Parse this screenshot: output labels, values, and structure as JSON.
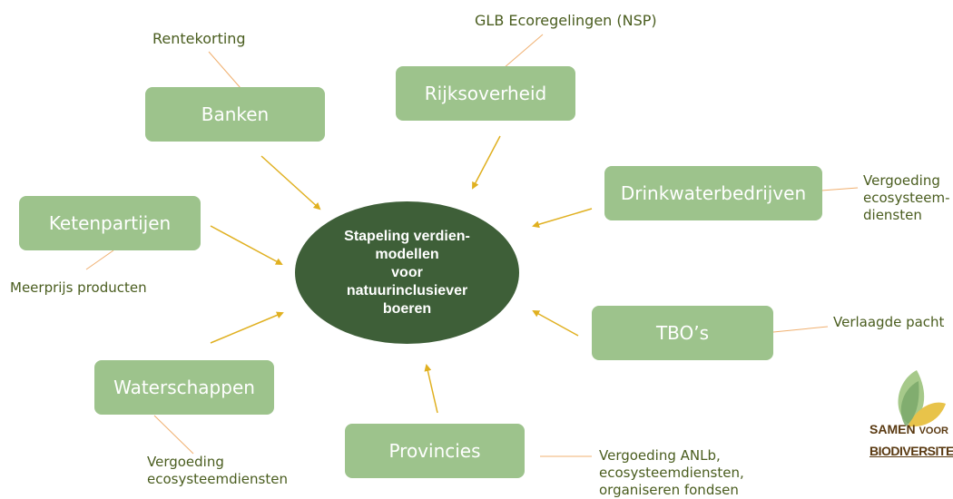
{
  "center": {
    "text": "Stapeling verdien-\nmodellen\nvoor\nnatuurinclusiever\nboeren"
  },
  "actors": {
    "banken": {
      "name": "Banken",
      "revenue": "Rentekorting"
    },
    "rijksoverheid": {
      "name": "Rijksoverheid",
      "revenue": "GLB Ecoregelingen (NSP)"
    },
    "drinkwater": {
      "name": "Drinkwaterbedrijven",
      "revenue": "Vergoeding\necosysteem-\ndiensten"
    },
    "ketenpartijen": {
      "name": "Ketenpartijen",
      "revenue": "Meerprijs producten"
    },
    "tbo": {
      "name": "TBO’s",
      "revenue": "Verlaagde pacht"
    },
    "waterschappen": {
      "name": "Waterschappen",
      "revenue": "Vergoeding\necosysteemdiensten"
    },
    "provincies": {
      "name": "Provincies",
      "revenue": "Vergoeding ANLb,\necosysteemdiensten,\norganiseren fondsen"
    }
  },
  "logo": {
    "line1": "SAMEN",
    "line1_small": "VOOR",
    "line2": "BIODIVERSITEIT"
  },
  "colors": {
    "box": "#9dc38c",
    "center": "#3e5f38",
    "arrow": "#e0b020",
    "connector": "#f0b070",
    "label": "#4a5d1f"
  }
}
